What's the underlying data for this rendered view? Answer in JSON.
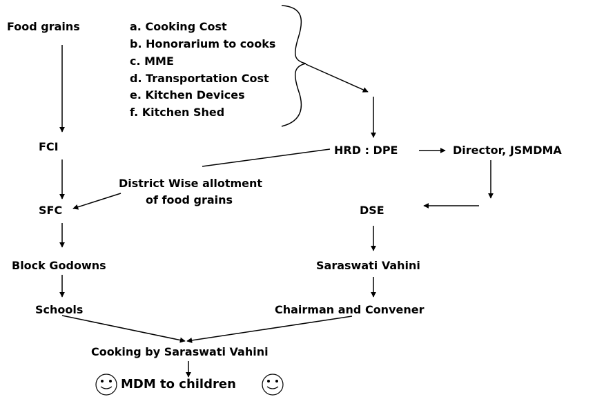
{
  "nodes": {
    "food_grains": "Food grains",
    "fci": "FCI",
    "sfc": "SFC",
    "block_godowns": "Block Godowns",
    "schools": "Schools",
    "district_allotment_line1": "District Wise allotment",
    "district_allotment_line2": "of food grains",
    "hrd_dpe": "HRD : DPE",
    "director": "Director, JSMDMA",
    "dse": "DSE",
    "saraswati_vahini": "Saraswati Vahini",
    "chairman": "Chairman and Convener",
    "cooking": "Cooking by Saraswati Vahini",
    "mdm": "MDM to children"
  },
  "cost_components": [
    "a. Cooking Cost",
    "b. Honorarium to cooks",
    "c. MME",
    "d. Transportation Cost",
    "e. Kitchen Devices",
    "f. Kitchen Shed"
  ],
  "icons": {
    "left": "smiley-face-icon",
    "right": "smiley-face-icon"
  },
  "colors": {
    "text": "#000000",
    "line": "#000000",
    "background": "#ffffff"
  }
}
